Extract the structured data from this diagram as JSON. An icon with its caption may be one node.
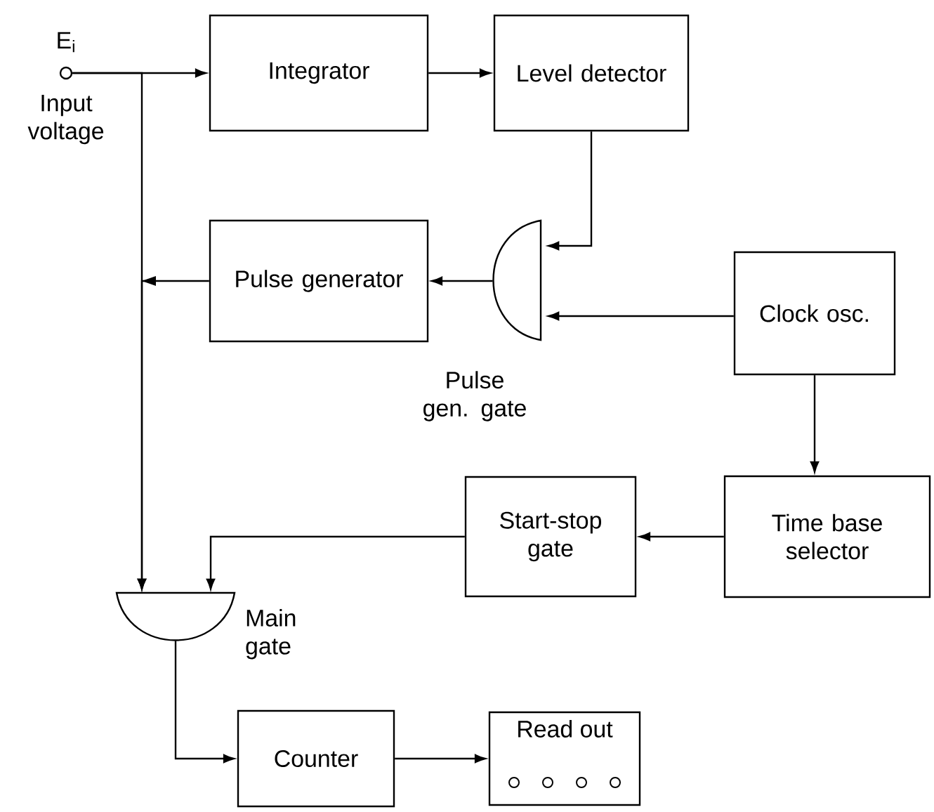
{
  "diagram": {
    "nodes": [
      {
        "text": [
          "E$_{i}$"
        ],
        "beside": [
          "Input voltage"
        ]
      },
      {
        "text": [
          "Integrator"
        ]
      },
      {
        "text": [
          "Level detector"
        ]
      },
      {
        "text": [
          "Pulse generator"
        ]
      },
      {
        "text": [
          "Pulse gen. gate"
        ]
      },
      {
        "text": [
          "Clock osc."
        ]
      },
      {
        "text": [
          "Time base selector"
        ]
      },
      {
        "text": [
          "Start-stop gate"
        ]
      },
      {
        "text": [
          "Main gate"
        ]
      },
      {
        "text": [
          "Counter"
        ]
      },
      {
        "text": [
          "Read out"
        ]
      }
    ],
    "edges": [
      {
        "from": 0,
        "to": 1,
        "arrow": "to"
      },
      {
        "from": 1,
        "to": 2,
        "arrow": "to"
      },
      {
        "from": 2,
        "to": 4,
        "arrow": "to"
      },
      {
        "from": 5,
        "to": 4,
        "arrow": "to"
      },
      {
        "from": 4,
        "to": 3,
        "arrow": "to"
      },
      {
        "from": 0,
        "to": 8,
        "arrow": "to"
      },
      {
        "from": 3,
        "to": 8,
        "arrow": "to"
      },
      {
        "from": 5,
        "to": 6,
        "arrow": "to"
      },
      {
        "from": 6,
        "to": 7,
        "arrow": "to"
      },
      {
        "from": 7,
        "to": 8,
        "arrow": "to"
      },
      {
        "from": 8,
        "to": 9,
        "arrow": "to"
      },
      {
        "from": 9,
        "to": 10,
        "arrow": "to"
      }
    ]
  }
}
